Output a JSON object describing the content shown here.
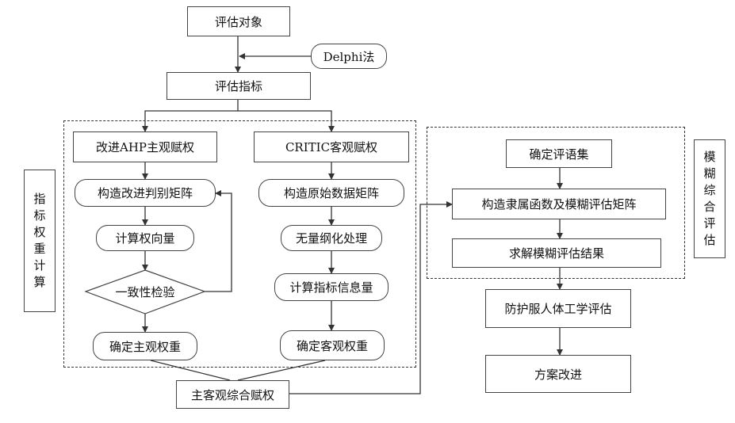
{
  "nodes": {
    "evaluation_object": "评估对象",
    "delphi": "Delphi法",
    "evaluation_indicators": "评估指标",
    "improved_ahp": "改进AHP主观赋权",
    "construct_judgment_matrix": "构造改进判别矩阵",
    "compute_weight_vector": "计算权向量",
    "consistency_check": "一致性检验",
    "determine_subjective_weight": "确定主观权重",
    "critic": "CRITIC客观赋权",
    "construct_raw_matrix": "构造原始数据矩阵",
    "dimensionless_processing": "无量纲化处理",
    "compute_information": "计算指标信息量",
    "determine_objective_weight": "确定客观权重",
    "combined_weighting": "主客观综合赋权",
    "determine_comment_set": "确定评语集",
    "construct_membership": "构造隶属函数及模糊评估矩阵",
    "solve_fuzzy_result": "求解模糊评估结果",
    "ergonomic_evaluation": "防护服人体工学评估",
    "scheme_improvement": "方案改进"
  },
  "side_labels": {
    "weight_calc": [
      "指",
      "标",
      "权",
      "重",
      "计",
      "算"
    ],
    "fuzzy_eval": [
      "模",
      "糊",
      "综",
      "合",
      "评",
      "估"
    ]
  },
  "colors": {
    "line": "#333333",
    "border": "#444444"
  }
}
